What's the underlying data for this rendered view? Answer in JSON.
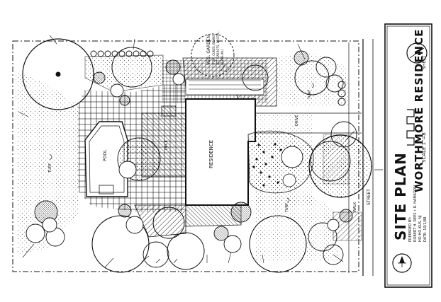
{
  "title_block": {
    "title": "SITE PLAN",
    "residence_name": "WORTHMORE RESIDENCE",
    "sheet_label": "SHEET",
    "sheet_number": "1",
    "scale": "SCALE 1\"=8'",
    "info_lines": [
      "PREPARED BY:",
      "ROBERT H. REES • R. HAMILTON",
      "HO-HO-KUS, NJ",
      "DATE: 10/1/88"
    ]
  },
  "labels": {
    "residence": "RESIDENCE",
    "pool": "POOL",
    "deck": "DECK",
    "street": "STREET",
    "walk": "WALK",
    "drive": "DRIVE",
    "veg_garden": "VEG. GARDEN",
    "veg_notes": [
      "(TOM, CUKES, BEANS,",
      "LET. CARROTS, BROTH.,",
      "HERBS AV.)"
    ],
    "turf_1": "TURF",
    "turf_2": "TURF",
    "turf_3": "TURF"
  },
  "colors": {
    "ink": "#111111",
    "paper": "#ffffff"
  }
}
